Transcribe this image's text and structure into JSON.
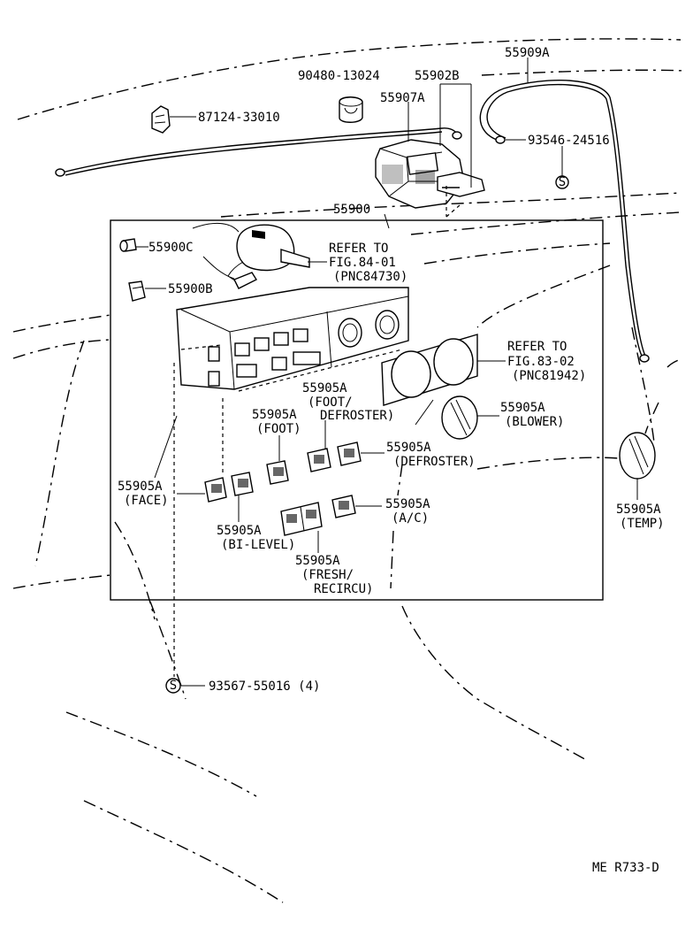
{
  "parts": {
    "p87124": "87124-33010",
    "p90480": "90480-13024",
    "p55902B": "55902B",
    "p55907A": "55907A",
    "p55909A": "55909A",
    "p93546": "93546-24516",
    "p55900": "55900",
    "p55900C": "55900C",
    "p55900B": "55900B",
    "p93567": "93567-55016 (4)",
    "s_mark_1": "S",
    "s_mark_2": "S"
  },
  "refs": {
    "ref1_line1": "REFER TO",
    "ref1_line2": "FIG.84-01",
    "ref1_line3": "(PNC84730)",
    "ref2_line1": "REFER TO",
    "ref2_line2": "FIG.83-02",
    "ref2_line3": "(PNC81942)"
  },
  "switches": {
    "foot_defroster_num": "55905A",
    "foot_defroster_l1": "(FOOT/",
    "foot_defroster_l2": "DEFROSTER)",
    "foot_num": "55905A",
    "foot_l1": "(FOOT)",
    "blower_num": "55905A",
    "blower_l1": "(BLOWER)",
    "defroster_num": "55905A",
    "defroster_l1": "(DEFROSTER)",
    "face_num": "55905A",
    "face_l1": "(FACE)",
    "bilevel_num": "55905A",
    "bilevel_l1": "(BI-LEVEL)",
    "ac_num": "55905A",
    "ac_l1": "(A/C)",
    "fresh_num": "55905A",
    "fresh_l1": "(FRESH/",
    "fresh_l2": "RECIRCU)",
    "temp_num": "55905A",
    "temp_l1": "(TEMP)"
  },
  "footer": {
    "code": "ME R733-D"
  }
}
